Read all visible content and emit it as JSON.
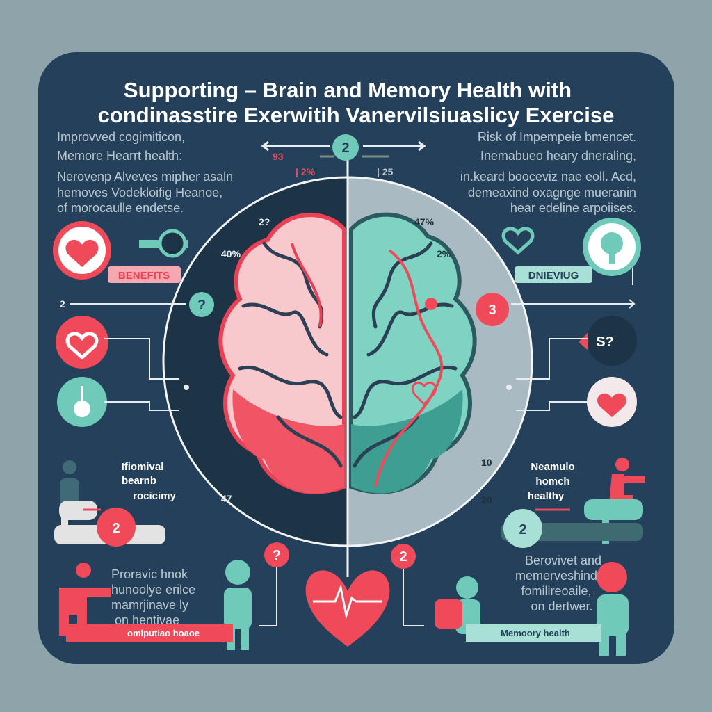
{
  "colors": {
    "background": "#8fa3ab",
    "panel": "#24405a",
    "red": "#f04a5a",
    "teal": "#6fcab9",
    "light": "#a9bac3",
    "dark_half": "#1d3447"
  },
  "title": {
    "line1": "Supporting – Brain and Memory Health with",
    "line2": "condinasstire Exerwitih Vanervilsiuaslicy Exercise"
  },
  "left_text": [
    "Improvved cogimiticon,",
    "Memore  Hearrt health:",
    "Nerovenp Alveves mipher asaln",
    "hemoves Vodekloifig Heanoe,",
    "of morocaulle endetse."
  ],
  "right_text": [
    "Risk of Impempeie bmencet.",
    "Inemabueo heary dneraling,",
    "in.keard booceviz nae eoll. Acd,",
    "demeaxind oxagnge mueranin",
    "hear edeline arpoiises."
  ],
  "center_badge": "2",
  "stats": {
    "top_left_red": "93",
    "top_left_pct": "| 2%",
    "top_right": "| 25",
    "brain_left_top": "2?",
    "brain_left_pct": "40%",
    "brain_right_top": "47%",
    "brain_right_pct": "2%",
    "brain_left_bottom": "47",
    "brain_right_mid": "10",
    "brain_right_bottom": "20"
  },
  "left_panel": {
    "benefits_label": "BENEFITS",
    "arrow_number": "2",
    "arrow_circle": "?",
    "middle_heading": [
      "Ifiomival",
      "bearnb",
      "rocicimy"
    ],
    "step_badge": "2",
    "bottom_text": [
      "Proravic hnok",
      "hunoolye erilce",
      "mamrjinave ly",
      "on  hentivae"
    ],
    "bottom_bar": "omiputiao hoaoe"
  },
  "right_panel": {
    "label": "DNIEVIUG",
    "step_circle": "3",
    "s_badge": "S?",
    "middle_heading": [
      "Neamulo",
      "homch",
      "healthy"
    ],
    "step_badge": "2",
    "bottom_text": [
      "Berovivet and",
      "memerveshind",
      "fomilireoaile,",
      "on dertwer."
    ],
    "bottom_bar": "Memoory health"
  },
  "bottom_badges": {
    "left": "?",
    "right": "2"
  },
  "icons": [
    "heart-icon",
    "brain-icon",
    "person-icon",
    "heartbeat-icon",
    "arrow-icon"
  ]
}
